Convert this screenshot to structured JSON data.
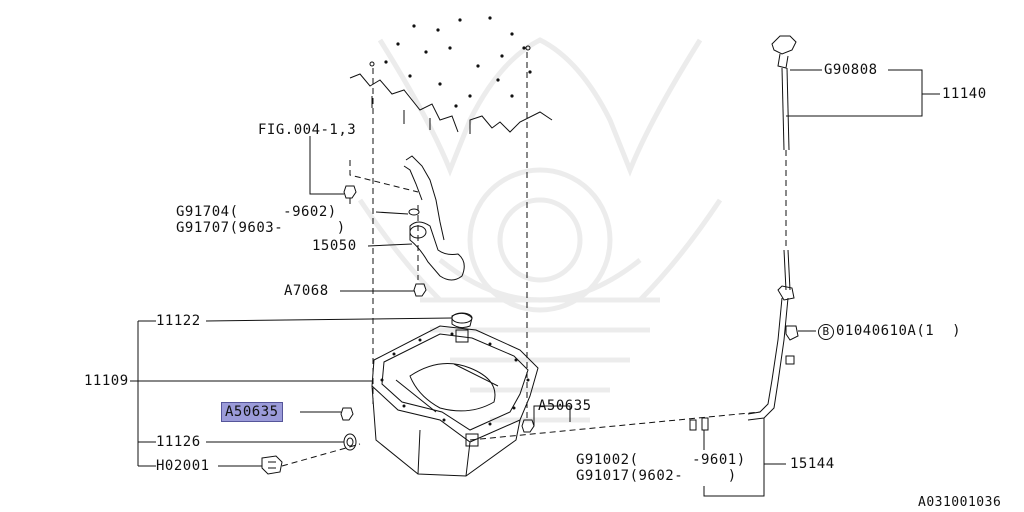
{
  "diagram_id": "A031001036",
  "colors": {
    "line": "#111111",
    "watermark": "#ececec",
    "highlight": "#9b9bd9"
  },
  "labels": {
    "fig_ref": "FIG.004-1,3",
    "g91704": "G91704(     -9602)",
    "g91707": "G91707(9603-      )",
    "p15050": "15050",
    "a7068": "A7068",
    "p11122": "11122",
    "p11109": "11109",
    "a50635_left": "A50635",
    "a50635_right": "A50635",
    "p11126": "11126",
    "h02001": "H02001",
    "g90808": "G90808",
    "p11140": "11140",
    "bolt_ref_circle": "B",
    "bolt_ref": "01040610A(1  )",
    "g91002": "G91002(      -9601)",
    "g91017": "G91017(9602-     )",
    "p15144": "15144"
  },
  "icons": [
    "watermark-crest-icon",
    "oil-pan-icon",
    "oil-strainer-icon",
    "dipstick-icon",
    "bolt-icon",
    "drain-plug-icon",
    "gasket-washer-icon"
  ]
}
